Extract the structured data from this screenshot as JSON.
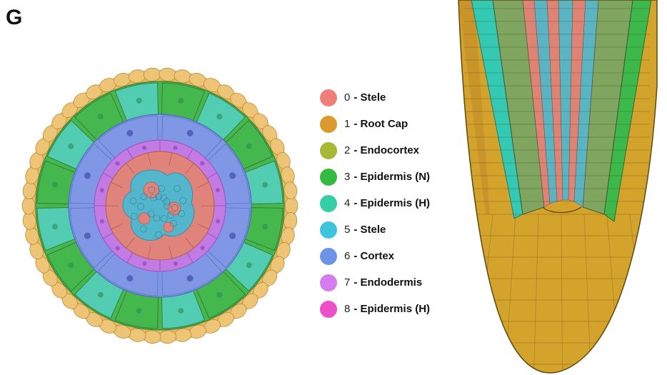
{
  "panel_label": "G",
  "legend": [
    {
      "num": "0",
      "label": "- Stele",
      "color": "#f07f7a"
    },
    {
      "num": "1",
      "label": "- Root Cap",
      "color": "#dc9a2c"
    },
    {
      "num": "2",
      "label": "- Endocortex",
      "color": "#a5b935"
    },
    {
      "num": "3",
      "label": "- Epidermis (N)",
      "color": "#33bb3f"
    },
    {
      "num": "4",
      "label": "- Epidermis (H)",
      "color": "#35cfa6"
    },
    {
      "num": "5",
      "label": "- Stele",
      "color": "#3ec4dd"
    },
    {
      "num": "6",
      "label": "- Cortex",
      "color": "#6b93e6"
    },
    {
      "num": "7",
      "label": "- Endodermis",
      "color": "#d47cf0"
    },
    {
      "num": "8",
      "label": "- Epidermis (H)",
      "color": "#ee4fc9"
    }
  ],
  "colors": {
    "root_cap": "#e7b95b",
    "root_tip": "#d4a32b",
    "epidermis_n": "#45b84d",
    "epidermis_h": "#52cdb2",
    "cortex": "#7f97e4",
    "endodermis": "#c27ae4",
    "endocortex": "#7fa560",
    "stele_red": "#e0837a",
    "stele_blue": "#54b6cc",
    "outline": "#2a2a22"
  }
}
